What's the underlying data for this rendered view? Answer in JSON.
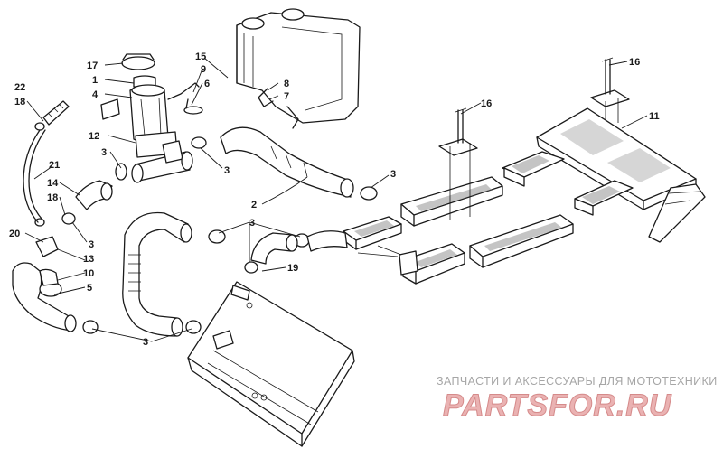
{
  "callouts": [
    {
      "id": "c1",
      "label": "1"
    },
    {
      "id": "c2",
      "label": "2"
    },
    {
      "id": "c3a",
      "label": "3"
    },
    {
      "id": "c3b",
      "label": "3"
    },
    {
      "id": "c3c",
      "label": "3"
    },
    {
      "id": "c3d",
      "label": "3"
    },
    {
      "id": "c3e",
      "label": "3"
    },
    {
      "id": "c3f",
      "label": "3"
    },
    {
      "id": "c4",
      "label": "4"
    },
    {
      "id": "c5",
      "label": "5"
    },
    {
      "id": "c6",
      "label": "6"
    },
    {
      "id": "c7",
      "label": "7"
    },
    {
      "id": "c8",
      "label": "8"
    },
    {
      "id": "c9",
      "label": "9"
    },
    {
      "id": "c10",
      "label": "10"
    },
    {
      "id": "c11",
      "label": "11"
    },
    {
      "id": "c12",
      "label": "12"
    },
    {
      "id": "c13",
      "label": "13"
    },
    {
      "id": "c14",
      "label": "14"
    },
    {
      "id": "c15",
      "label": "15"
    },
    {
      "id": "c16a",
      "label": "16"
    },
    {
      "id": "c16b",
      "label": "16"
    },
    {
      "id": "c17",
      "label": "17"
    },
    {
      "id": "c18a",
      "label": "18"
    },
    {
      "id": "c18b",
      "label": "18"
    },
    {
      "id": "c19",
      "label": "19"
    },
    {
      "id": "c20",
      "label": "20"
    },
    {
      "id": "c21",
      "label": "21"
    },
    {
      "id": "c22",
      "label": "22"
    }
  ],
  "watermark": {
    "tagline": "ЗАПЧАСТИ И АКСЕССУАРЫ ДЛЯ МОТОТЕХНИКИ",
    "logo": "PARTSFOR.RU"
  },
  "colors": {
    "ink": "#1a1a1a",
    "watermark_logo": "#eab2b2",
    "watermark_text": "#a6a6a6"
  }
}
